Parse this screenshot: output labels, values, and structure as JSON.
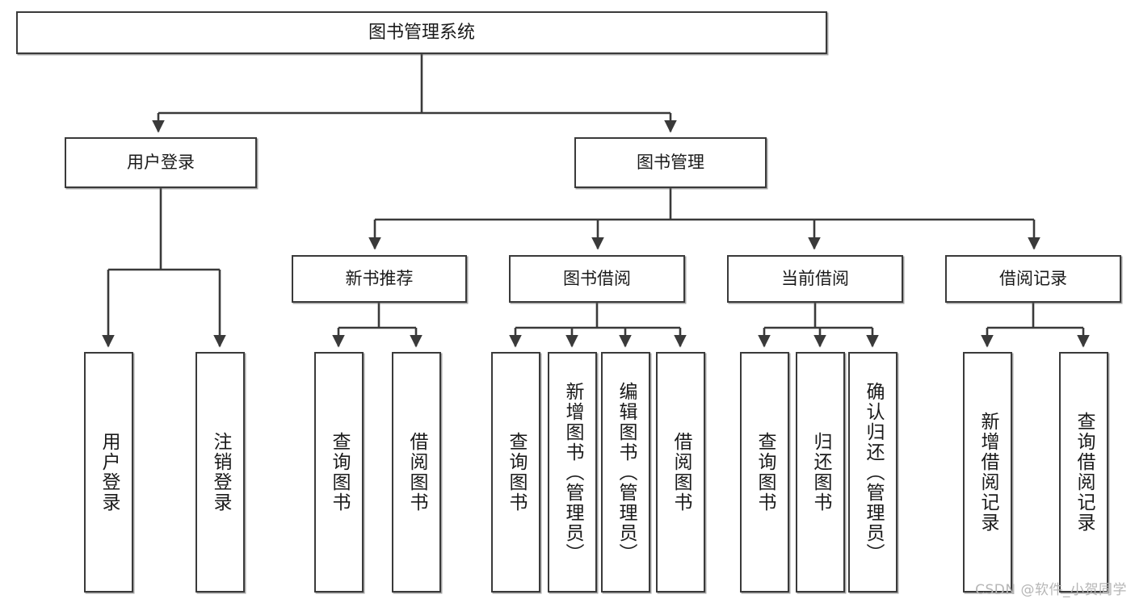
{
  "diagram": {
    "title": "图书管理系统",
    "watermark": "CSDN @软件_小贺同学",
    "line_color": "#3a3a3a",
    "box_fill": "#ffffff",
    "text_color": "#1a1a1a",
    "watermark_color": "#b6b6b6",
    "type": "tree",
    "orientation": "top-down"
  },
  "nodes": {
    "root": {
      "label": "图书管理系统",
      "level": 0
    },
    "level1": [
      {
        "id": "user-login",
        "label": "用户登录",
        "level": 1
      },
      {
        "id": "book-management",
        "label": "图书管理",
        "level": 1
      }
    ],
    "level2": [
      {
        "id": "new-book-recommend",
        "label": "新书推荐",
        "level": 2,
        "parent": "book-management"
      },
      {
        "id": "book-borrow",
        "label": "图书借阅",
        "level": 2,
        "parent": "book-management"
      },
      {
        "id": "current-borrow",
        "label": "当前借阅",
        "level": 2,
        "parent": "book-management"
      },
      {
        "id": "borrow-record",
        "label": "借阅记录",
        "level": 2,
        "parent": "book-management"
      }
    ],
    "leaves": [
      {
        "id": "leaf-user-login",
        "label": "用户登录",
        "parent": "user-login"
      },
      {
        "id": "leaf-logout",
        "label": "注销登录",
        "parent": "user-login"
      },
      {
        "id": "leaf-query-book-1",
        "label": "查询图书",
        "parent": "new-book-recommend"
      },
      {
        "id": "leaf-borrow-book-1",
        "label": "借阅图书",
        "parent": "new-book-recommend"
      },
      {
        "id": "leaf-query-book-2",
        "label": "查询图书",
        "parent": "book-borrow"
      },
      {
        "id": "leaf-add-book",
        "label": "新增图书（管理员）",
        "parent": "book-borrow"
      },
      {
        "id": "leaf-edit-book",
        "label": "编辑图书（管理员）",
        "parent": "book-borrow"
      },
      {
        "id": "leaf-borrow-book-2",
        "label": "借阅图书",
        "parent": "book-borrow"
      },
      {
        "id": "leaf-query-book-3",
        "label": "查询图书",
        "parent": "current-borrow"
      },
      {
        "id": "leaf-return-book",
        "label": "归还图书",
        "parent": "current-borrow"
      },
      {
        "id": "leaf-confirm-return",
        "label": "确认归还（管理员）",
        "parent": "current-borrow"
      },
      {
        "id": "leaf-add-record",
        "label": "新增借阅记录",
        "parent": "borrow-record"
      },
      {
        "id": "leaf-query-record",
        "label": "查询借阅记录",
        "parent": "borrow-record"
      }
    ]
  }
}
